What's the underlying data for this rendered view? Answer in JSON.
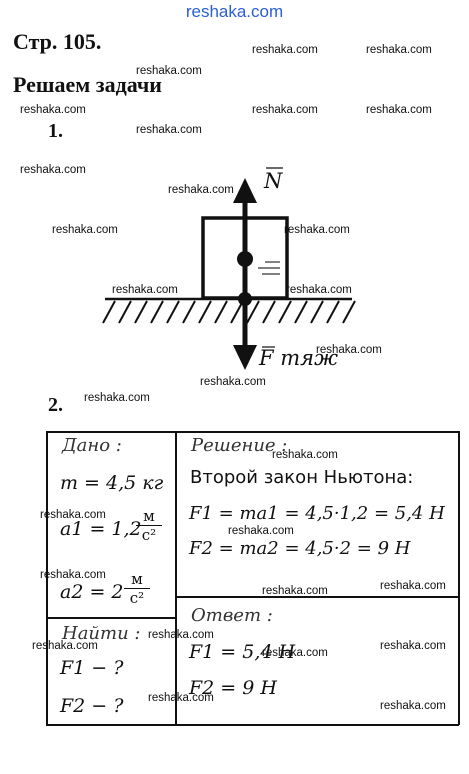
{
  "header": {
    "site": "reshaka.com"
  },
  "page_title": "Стр. 105.",
  "section_title": "Решаем задачи",
  "task1": {
    "number": "1.",
    "force_up_label": "N",
    "force_down_label": "F тяж"
  },
  "task2": {
    "number": "2.",
    "given": {
      "heading": "Дано :",
      "m": "m = 4,5 кг",
      "a1_lhs": "a1 = 1,2",
      "a1_unit_num": "м",
      "a1_unit_den": "c²",
      "a2_lhs": "a2 = 2",
      "a2_unit_num": "м",
      "a2_unit_den": "c²"
    },
    "find": {
      "heading": "Найти :",
      "f1": "F1 − ?",
      "f2": "F2 − ?"
    },
    "solution": {
      "heading": "Решение :",
      "law": "Второй закон Ньютона:",
      "eq1": "F1 = ma1 = 4,5·1,2 = 5,4 Н",
      "eq2": "F2 = ma2 = 4,5·2 = 9 Н"
    },
    "answer": {
      "heading": "Ответ :",
      "f1": "F1 = 5,4 Н",
      "f2": "F2 = 9 Н"
    }
  },
  "watermark": "reshaka.com"
}
